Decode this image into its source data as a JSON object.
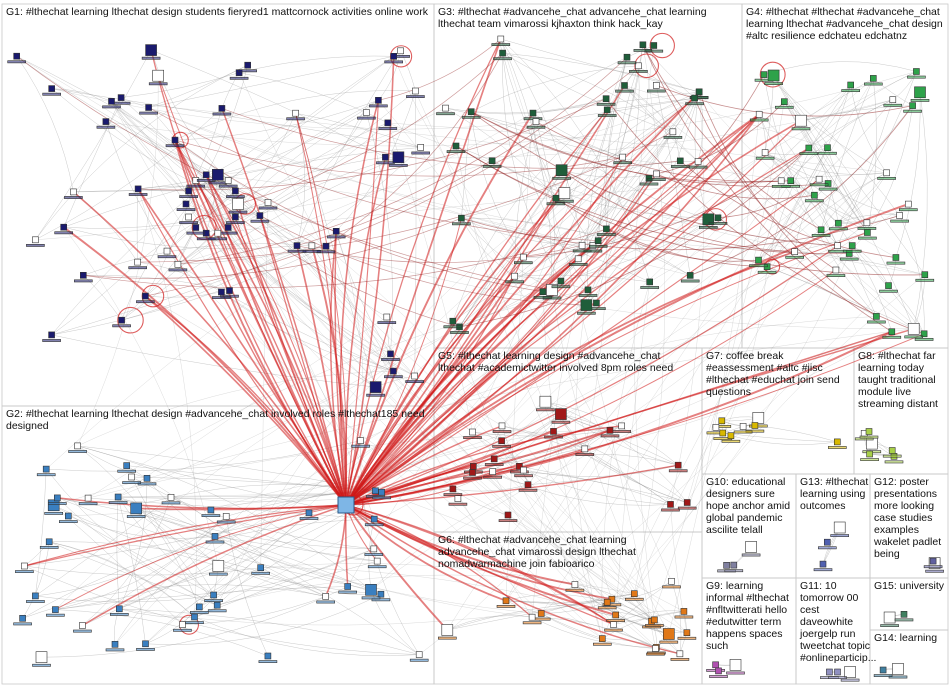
{
  "title": "",
  "groups": [
    {
      "id": "G1",
      "label": "G1: #lthechat learning lthechat design students fieryred1 mattcornock activities online work",
      "color": "#1a1a6e",
      "node_count": 60
    },
    {
      "id": "G2",
      "label": "G2: #lthechat learning lthechat design #advancehe_chat involved roles #lthechat185 need designed",
      "color": "#3a7fc0",
      "node_count": 45
    },
    {
      "id": "G3",
      "label": "G3: #lthechat #advancehe_chat advancehe_chat learning lthechat team vimarossi kjhaxton think hack_kay",
      "color": "#1f5e3a",
      "node_count": 48
    },
    {
      "id": "G4",
      "label": "G4: #lthechat #lthechat #advancehe_chat learning lthechat #advancehe_chat design #altc resilience edchateu edchatnz",
      "color": "#2ea24a",
      "node_count": 40
    },
    {
      "id": "G5",
      "label": "G5: #lthechat learning design #advancehe_chat lthechat #academictwitter involved 8pm roles need",
      "color": "#a01818",
      "node_count": 22
    },
    {
      "id": "G6",
      "label": "G6: #lthechat #advancehe_chat learning advancehe_chat vimarossi design lthechat nomadwarmachine join fabioarico",
      "color": "#e07818",
      "node_count": 20
    },
    {
      "id": "G7",
      "label": "G7: coffee break #eassessment #altc #jisc #lthechat #educhat join send questions",
      "color": "#d8b800",
      "node_count": 8
    },
    {
      "id": "G8",
      "label": "G8: #lthechat far learning today taught traditional module live streaming distant",
      "color": "#a8d048",
      "node_count": 6
    },
    {
      "id": "G9",
      "label": "G9: learning informal #lthechat #nfltwitterati hello #edutwitter term happens spaces such",
      "color": "#b050b0",
      "node_count": 3
    },
    {
      "id": "G10",
      "label": "G10: educational designers sure hope anchor amid global pandemic ascilite telall",
      "color": "#8080a0",
      "node_count": 3
    },
    {
      "id": "G11",
      "label": "G11: 10 tomorrow 00 cest daveowhite joergelp run tweetchat topic #onlineparticip...",
      "color": "#9090c0",
      "node_count": 3
    },
    {
      "id": "G12",
      "label": "G12: poster presentations more looking case studies examples wakelet padlet being",
      "color": "#6060a0",
      "node_count": 2
    },
    {
      "id": "G13",
      "label": "G13: #lthechat learning using outcomes",
      "color": "#5060b0",
      "node_count": 3
    },
    {
      "id": "G14",
      "label": "G14: learning",
      "color": "#4080a0",
      "node_count": 2
    },
    {
      "id": "G15",
      "label": "G15: university",
      "color": "#408060",
      "node_count": 2
    }
  ],
  "colors": {
    "edge_gray": "#8a8a8a",
    "edge_red": "#d01818",
    "edge_dark_red": "#902020",
    "panel_border": "#c8c8c8",
    "hub_fill": "#7eb6e6"
  }
}
